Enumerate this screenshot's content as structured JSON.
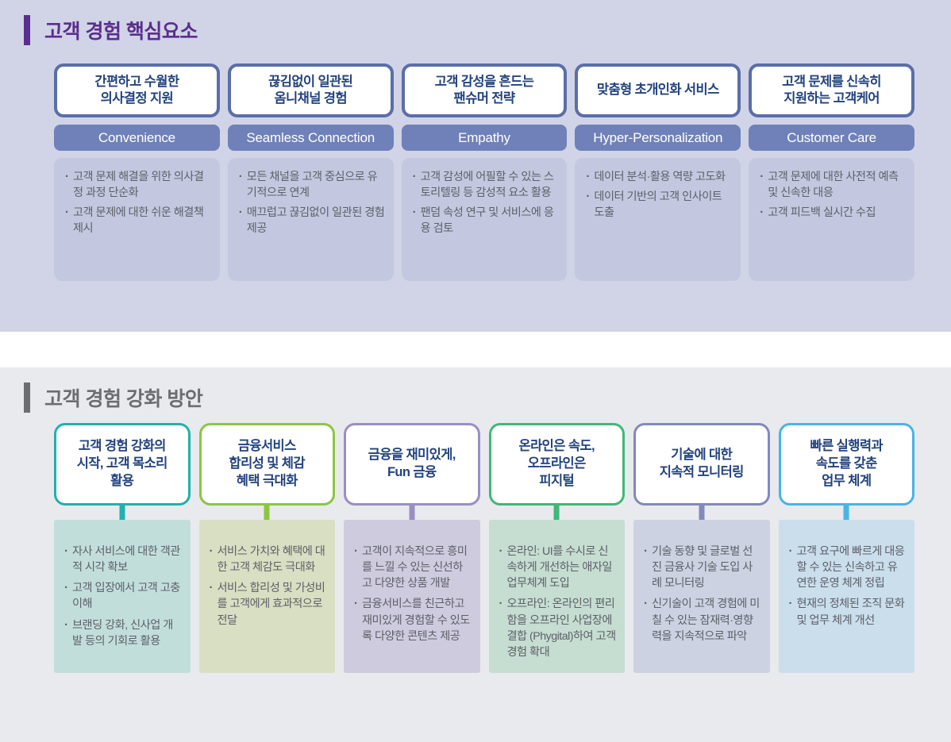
{
  "sections": [
    {
      "id": "core-elements",
      "title": "고객 경험 핵심요소",
      "accent_color": "#5b2d8e",
      "background": "#d0d4e6",
      "columns": [
        {
          "heading": "간편하고 수월한\n의사결정 지원",
          "label": "Convenience",
          "bullets": [
            "고객 문제 해결을 위한 의사결정 과정 단순화",
            "고객 문제에 대한 쉬운 해결책 제시"
          ]
        },
        {
          "heading": "끊김없이 일관된\n옴니채널 경험",
          "label": "Seamless Connection",
          "bullets": [
            "모든 채널을 고객 중심으로 유기적으로 연계",
            "매끄럽고 끊김없이 일관된 경험 제공"
          ]
        },
        {
          "heading": "고객 감성을 흔드는\n팬슈머 전략",
          "label": "Empathy",
          "bullets": [
            "고객 감성에 어필할 수 있는 스토리텔링 등 감성적 요소 활용",
            "팬덤 속성 연구 및 서비스에 응용 검토"
          ]
        },
        {
          "heading": "맞춤형 초개인화 서비스",
          "label": "Hyper-Personalization",
          "bullets": [
            "데이터 분석·활용 역량 고도화",
            "데이터 기반의 고객 인사이트 도출"
          ]
        },
        {
          "heading": "고객 문제를 신속히\n지원하는 고객케어",
          "label": "Customer Care",
          "bullets": [
            "고객 문제에 대한 사전적 예측 및 신속한 대응",
            "고객 피드백 실시간 수집"
          ]
        }
      ]
    },
    {
      "id": "enhancement-plans",
      "title": "고객 경험 강화 방안",
      "accent_color": "#6b6d70",
      "background": "#e8eaee",
      "columns": [
        {
          "heading": "고객 경험 강화의\n시작, 고객 목소리\n활용",
          "border_color": "#21b1ad",
          "body_color": "#c2dedb",
          "arrow_color": "#21b1ad",
          "bullets": [
            "자사 서비스에 대한 객관적 시각 확보",
            "고객 입장에서 고객 고충 이해",
            "브랜딩 강화, 신사업 개발 등의 기회로 활용"
          ]
        },
        {
          "heading": "금융서비스\n합리성 및 체감\n혜택 극대화",
          "border_color": "#8cc63f",
          "body_color": "#d8dfc2",
          "arrow_color": "#8cc63f",
          "bullets": [
            "서비스 가치와 혜택에 대한 고객 체감도 극대화",
            "서비스 합리성 및 가성비를 고객에게 효과적으로 전달"
          ]
        },
        {
          "heading": "금융을 재미있게,\nFun 금융",
          "border_color": "#9b8ec4",
          "body_color": "#cfcbdf",
          "arrow_color": "#9b8ec4",
          "bullets": [
            "고객이 지속적으로 흥미를 느낄 수 있는 신선하고 다양한 상품 개발",
            "금융서비스를 친근하고 재미있게 경험할 수 있도록 다양한 콘텐츠 제공"
          ]
        },
        {
          "heading": "온라인은 속도,\n오프라인은\n피지털",
          "border_color": "#3fb878",
          "body_color": "#c6ddd2",
          "arrow_color": "#3fb878",
          "bullets": [
            "온라인: UI를 수시로 신속하게 개선하는 애자일 업무체계 도입",
            "오프라인: 온라인의 편리함을 오프라인 사업장에 결합 (Phygital)하여 고객 경험 확대"
          ]
        },
        {
          "heading": "기술에 대한\n지속적 모니터링",
          "border_color": "#8289be",
          "body_color": "#ccd2e2",
          "arrow_color": "#8289be",
          "bullets": [
            "기술 동향 및 글로벌 선진 금융사 기술 도입 사례 모니터링",
            "신기술이 고객 경험에 미칠 수 있는 잠재력·영향력을 지속적으로 파악"
          ]
        },
        {
          "heading": "빠른 실행력과\n속도를 갖춘\n업무 체계",
          "border_color": "#45b5e8",
          "body_color": "#cadeec",
          "arrow_color": "#45b5e8",
          "bullets": [
            "고객 요구에 빠르게 대응할 수 있는 신속하고 유연한 운영 체계 정립",
            "현재의 정체된 조직 문화 및 업무 체계 개선"
          ]
        }
      ]
    }
  ]
}
